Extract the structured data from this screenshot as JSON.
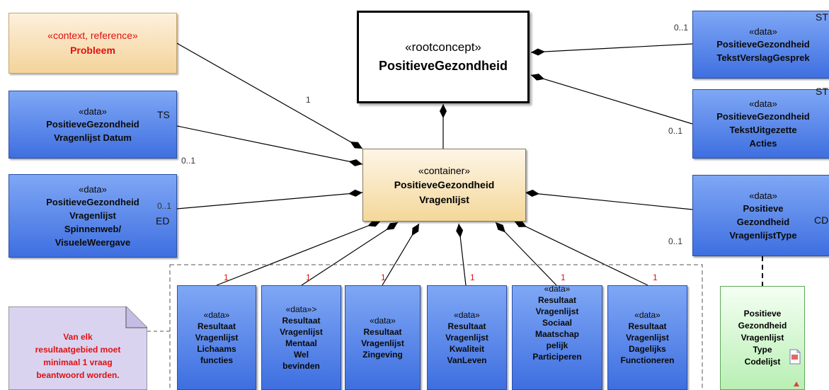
{
  "root": {
    "stereotype": "«rootconcept»",
    "name": "PositieveGezondheid"
  },
  "container": {
    "stereotype": "«container»",
    "name_line1": "PositieveGezondheid",
    "name_line2": "Vragenlijst"
  },
  "context": {
    "stereotype": "«context, reference»",
    "name": "Probleem"
  },
  "left_boxes": [
    {
      "stereotype": "«data»",
      "lines": [
        "PositieveGezondheid",
        "Vragenlijst Datum"
      ],
      "side_label": "TS",
      "multiplicity": "0..1"
    },
    {
      "stereotype": "«data»",
      "lines": [
        "PositieveGezondheid",
        "Vragenlijst",
        "Spinnenweb/",
        "VisueleWeergave"
      ],
      "side_label": "ED",
      "multiplicity": "0..1"
    }
  ],
  "right_boxes": [
    {
      "stereotype": "«data»",
      "lines": [
        "PositieveGezondheid",
        "TekstVerslagGesprek"
      ],
      "side_label": "ST",
      "multiplicity": "0..1"
    },
    {
      "stereotype": "«data»",
      "lines": [
        "PositieveGezondheid",
        "TekstUitgezette",
        "Acties"
      ],
      "side_label": "ST",
      "multiplicity": "0..1"
    },
    {
      "stereotype": "«data»",
      "lines": [
        "Positieve",
        "Gezondheid",
        "VragenlijstType"
      ],
      "side_label": "CD",
      "multiplicity": "0..1"
    }
  ],
  "context_multiplicity": "1",
  "result_boxes": [
    {
      "stereotype": "«data»",
      "lines": [
        "Resultaat",
        "Vragenlijst",
        "Lichaams",
        "functies"
      ],
      "multiplicity": "1"
    },
    {
      "stereotype": "«data»>",
      "lines": [
        "Resultaat",
        "Vragenlijst",
        "Mentaal",
        "Wel",
        "bevinden"
      ],
      "multiplicity": "1"
    },
    {
      "stereotype": "«data»",
      "lines": [
        "Resultaat",
        "Vragenlijst",
        "Zingeving"
      ],
      "multiplicity": "1"
    },
    {
      "stereotype": "«data»",
      "lines": [
        "Resultaat",
        "Vragenlijst",
        "Kwaliteit",
        "VanLeven"
      ],
      "multiplicity": "1"
    },
    {
      "stereotype": "«data»",
      "lines": [
        "Resultaat",
        "Vragenlijst",
        "Sociaal",
        "Maatschap",
        "pelijk",
        "Participeren"
      ],
      "multiplicity": "1"
    },
    {
      "stereotype": "«data»",
      "lines": [
        "Resultaat",
        "Vragenlijst",
        "Dagelijks",
        "Functioneren"
      ],
      "multiplicity": "1"
    }
  ],
  "codelist": {
    "lines": [
      "Positieve",
      "Gezondheid",
      "Vragenlijst",
      "Type",
      "Codelijst"
    ]
  },
  "note": {
    "lines": [
      "Van elk",
      "resultaatgebied moet",
      "minimaal 1 vraag",
      "beantwoord worden."
    ]
  },
  "colors": {
    "data_blue": "#4f80ea",
    "context_text": "#e01010",
    "codelist_green": "#c4f0bf",
    "container_tan": "#f6deaa"
  }
}
